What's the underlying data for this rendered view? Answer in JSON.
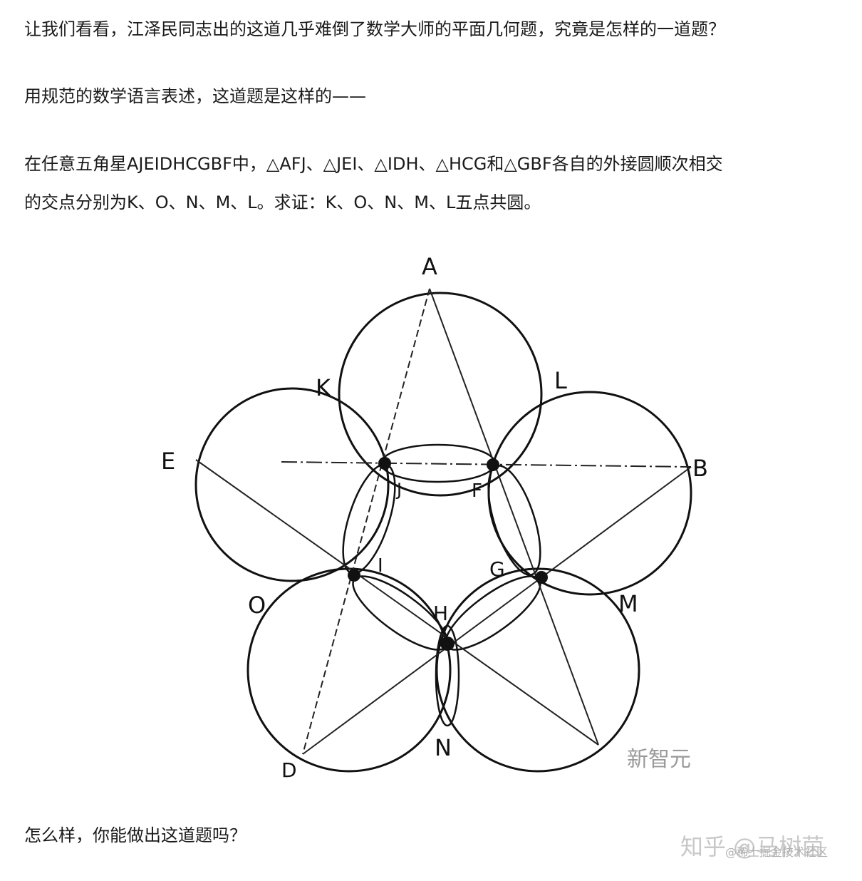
{
  "article": {
    "p1": "让我们看看，江泽民同志出的这道几乎难倒了数学大师的平面几何题，究竟是怎样的一道题？",
    "p2": "用规范的数学语言表述，这道题是这样的——",
    "p3_line1": "在任意五角星AJEIDHCGBF中，△AFJ、△JEI、△IDH、△HCG和△GBF各自的外接圆顺次相交",
    "p3_line2": "的交点分别为K、O、N、M、L。求证：K、O、N、M、L五点共圆。",
    "p4": "怎么样，你能做出这道题吗？"
  },
  "figure": {
    "labels": {
      "A": "A",
      "B": "B",
      "D": "D",
      "E": "E",
      "K": "K",
      "L": "L",
      "O": "O",
      "M": "M",
      "N": "N",
      "J": "J",
      "F": "F",
      "I": "I",
      "G": "G",
      "H": "H"
    },
    "watermark": "新智元"
  },
  "watermarks": {
    "zhihu": "知乎 @马树茵",
    "juejin": "@稀土掘金技术社区"
  }
}
